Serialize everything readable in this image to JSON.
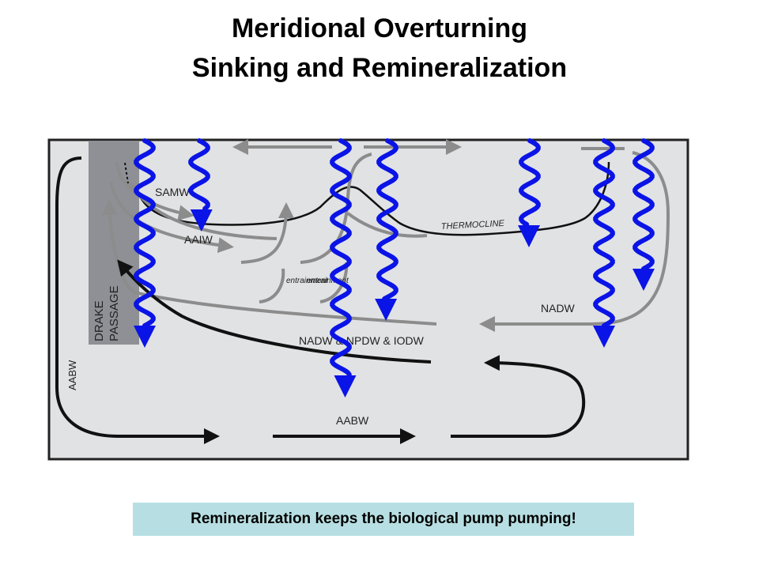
{
  "slide": {
    "title_line1": "Meridional Overturning",
    "title_line2": "Sinking and Remineralization",
    "caption": "Remineralization keeps the biological pump pumping!"
  },
  "diagram": {
    "labels": {
      "samw": "SAMW",
      "aaiw": "AAIW",
      "thermocline": "THERMOCLINE",
      "entrainment_left": "entrainment",
      "entrainment_right": "entrainment",
      "nadw_right": "NADW",
      "nadw_npdw_iodw": "NADW & NPDW & IODW",
      "aabw_left": "AABW",
      "aabw_bottom": "AABW",
      "drake_line1": "DRAKE",
      "drake_line2": "PASSAGE"
    },
    "colors": {
      "ocean": "#e1e2e4",
      "drake_passage": "#8e9095",
      "gray_arrow": "#8c8c8c",
      "black_arrow": "#111111",
      "sinking_arrow": "#0a14e6"
    }
  }
}
